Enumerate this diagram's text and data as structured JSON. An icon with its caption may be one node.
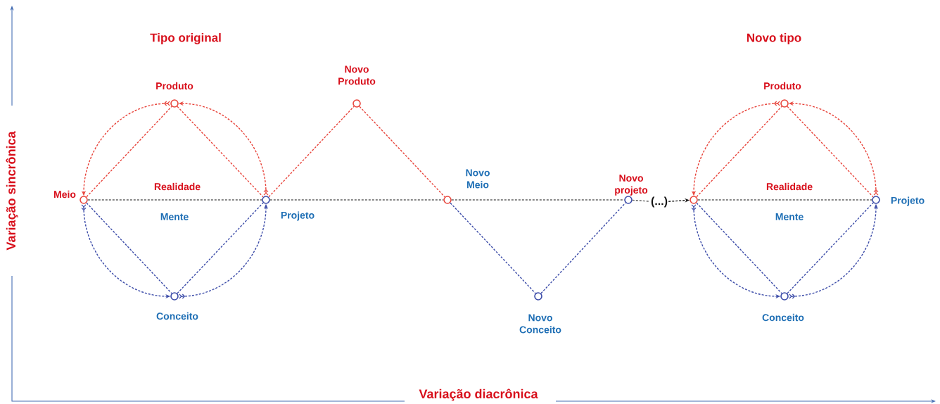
{
  "diagram": {
    "nodes": [
      {
        "text": [],
        "shape": "circle",
        "beside": [
          "Meio"
        ]
      },
      {
        "text": [],
        "shape": "circle",
        "beside": [
          "Produto"
        ]
      },
      {
        "text": [],
        "shape": "circle",
        "beside": [
          "Projeto"
        ]
      },
      {
        "text": [],
        "shape": "circle",
        "beside": [
          "Conceito"
        ]
      },
      {
        "text": [],
        "shape": "circle",
        "beside": [
          "Novo Produto"
        ]
      },
      {
        "text": [],
        "shape": "circle",
        "beside": [
          "Novo Meio"
        ]
      },
      {
        "text": [],
        "shape": "circle",
        "beside": [
          "Novo Conceito"
        ]
      },
      {
        "text": [],
        "shape": "circle",
        "beside": [
          "Novo projeto"
        ]
      },
      {
        "text": [
          "(...)"
        ]
      },
      {
        "text": [],
        "shape": "circle"
      },
      {
        "text": [],
        "shape": "circle",
        "beside": [
          "Produto"
        ]
      },
      {
        "text": [],
        "shape": "circle",
        "beside": [
          "Projeto"
        ]
      },
      {
        "text": [],
        "shape": "circle",
        "beside": [
          "Conceito"
        ]
      }
    ],
    "edges": [
      {
        "from": 1,
        "to": 0,
        "arrow": "to",
        "style": "dashed",
        "color": "#e8453c"
      },
      {
        "from": 2,
        "to": 1,
        "arrow": "to",
        "style": "dashed",
        "color": "#e8453c"
      },
      {
        "from": 0,
        "to": 1,
        "arrow": "none",
        "style": "dashed",
        "color": "#e8453c"
      },
      {
        "from": 1,
        "to": 2,
        "arrow": "none",
        "style": "dashed",
        "color": "#e8453c"
      },
      {
        "from": 0,
        "to": 2,
        "arrow": "none",
        "style": "dashed",
        "color": "#606060"
      },
      {
        "from": 0,
        "to": 3,
        "arrow": "to",
        "style": "dashed",
        "color": "#3b4ba8"
      },
      {
        "from": 3,
        "to": 2,
        "arrow": "to",
        "style": "dashed",
        "color": "#3b4ba8"
      },
      {
        "from": 0,
        "to": 3,
        "arrow": "none",
        "style": "dashed",
        "color": "#3b4ba8"
      },
      {
        "from": 3,
        "to": 2,
        "arrow": "none",
        "style": "dashed",
        "color": "#3b4ba8"
      },
      {
        "from": 2,
        "to": 4,
        "arrow": "none",
        "style": "dashed",
        "color": "#e8453c"
      },
      {
        "from": 4,
        "to": 5,
        "arrow": "none",
        "style": "dashed",
        "color": "#e8453c"
      },
      {
        "from": 2,
        "to": 5,
        "arrow": "none",
        "style": "dashed",
        "color": "#606060"
      },
      {
        "from": 5,
        "to": 6,
        "arrow": "none",
        "style": "dashed",
        "color": "#3b4ba8"
      },
      {
        "from": 6,
        "to": 7,
        "arrow": "none",
        "style": "dashed",
        "color": "#3b4ba8"
      },
      {
        "from": 5,
        "to": 7,
        "arrow": "none",
        "style": "dashed",
        "color": "#606060"
      },
      {
        "from": 7,
        "to": 8,
        "arrow": "none",
        "style": "dashed",
        "color": "#606060"
      },
      {
        "from": 8,
        "to": 9,
        "arrow": "to",
        "style": "dashed",
        "color": "#1a1a1a"
      },
      {
        "from": 10,
        "to": 9,
        "arrow": "to",
        "style": "dashed",
        "color": "#e8453c"
      },
      {
        "from": 11,
        "to": 10,
        "arrow": "to",
        "style": "dashed",
        "color": "#e8453c"
      },
      {
        "from": 9,
        "to": 10,
        "arrow": "none",
        "style": "dashed",
        "color": "#e8453c"
      },
      {
        "from": 10,
        "to": 11,
        "arrow": "none",
        "style": "dashed",
        "color": "#e8453c"
      },
      {
        "from": 9,
        "to": 11,
        "arrow": "none",
        "style": "dashed",
        "color": "#606060"
      },
      {
        "from": 9,
        "to": 12,
        "arrow": "to",
        "style": "dashed",
        "color": "#3b4ba8"
      },
      {
        "from": 12,
        "to": 11,
        "arrow": "to",
        "style": "dashed",
        "color": "#3b4ba8"
      },
      {
        "from": 9,
        "to": 12,
        "arrow": "none",
        "style": "dashed",
        "color": "#3b4ba8"
      },
      {
        "from": 12,
        "to": 11,
        "arrow": "none",
        "style": "dashed",
        "color": "#3b4ba8"
      }
    ],
    "labels": [
      "Tipo original",
      "Novo tipo",
      "Realidade",
      "Mente",
      "Realidade",
      "Mente",
      "Variação sincrônica",
      "Variação diacrônica"
    ]
  }
}
